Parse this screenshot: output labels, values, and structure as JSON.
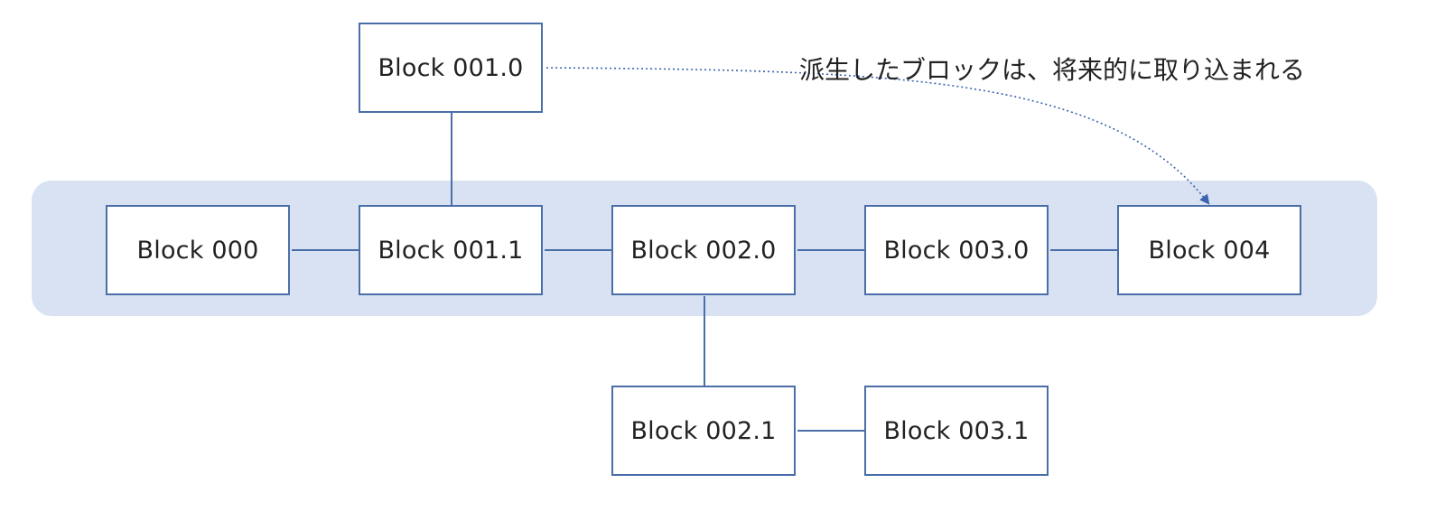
{
  "diagram": {
    "blocks": {
      "b001_0": "Block 001.0",
      "b000": "Block 000",
      "b001_1": "Block 001.1",
      "b002_0": "Block 002.0",
      "b003_0": "Block 003.0",
      "b004": "Block 004",
      "b002_1": "Block 002.1",
      "b003_1": "Block 003.1"
    },
    "annotation": "派生したブロックは、将来的に取り込まれる",
    "colors": {
      "band_fill": "#d9e2f3",
      "block_border": "#4a6fa8",
      "connector": "#4a6fa8",
      "dotted_arrow": "#3a63b0"
    }
  }
}
